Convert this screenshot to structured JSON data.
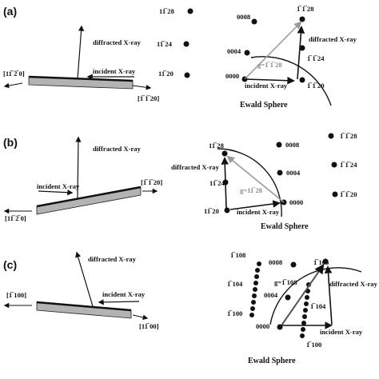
{
  "panels": {
    "a": {
      "label": "(a)",
      "left_dir": "[11̅ 2̅ 0]",
      "right_dir": "[1̅ 1̅ 20]",
      "diffracted": "diffracted X-ray",
      "incident": "incident X-ray",
      "pts": [
        "11̅ 28",
        "11̅ 24",
        "11̅ 20",
        "0008",
        "0004",
        "0000",
        "1̅ 1̅ 28",
        "1̅ 1̅ 24",
        "1̅ 1̅ 20"
      ],
      "g": "g=1̅ 1̅ 28",
      "ewald": "Ewald Sphere"
    },
    "b": {
      "label": "(b)",
      "left_dir": "[11̅ 2̅ 0]",
      "right_dir": "[1̅ 1̅ 20]",
      "diffracted": "diffracted X-ray",
      "incident": "incident X-ray",
      "pts": [
        "11̅ 28",
        "11̅ 24",
        "11̅ 20",
        "0008",
        "0004",
        "0000",
        "1̅ 1̅ 28",
        "1̅ 1̅ 24",
        "1̅ 1̅ 20"
      ],
      "g": "g=11̅ 28",
      "ewald": "Ewald Sphere"
    },
    "c": {
      "label": "(c)",
      "left_dir": "[1̅ 100]",
      "right_dir": "[11̅ 00]",
      "diffracted": "diffracted X-ray",
      "incident": "incident X-ray",
      "pts": [
        "1̅ 108",
        "1̅ 104",
        "1̅ 100",
        "0008",
        "0004",
        "0000",
        "1̅ 108",
        "1̅ 104",
        "1̅ 100"
      ],
      "g": "g=1̅ 108",
      "ewald": "Ewald Sphere"
    }
  }
}
